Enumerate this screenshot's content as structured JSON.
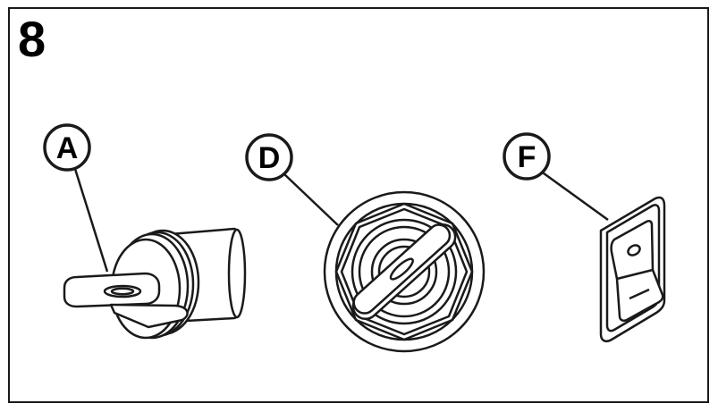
{
  "step_number": "8",
  "callouts": {
    "a": {
      "label": "A",
      "icon": "key-switch-icon"
    },
    "d": {
      "label": "D",
      "icon": "rotary-knob-icon"
    },
    "f": {
      "label": "F",
      "icon": "rocker-switch-icon"
    }
  }
}
